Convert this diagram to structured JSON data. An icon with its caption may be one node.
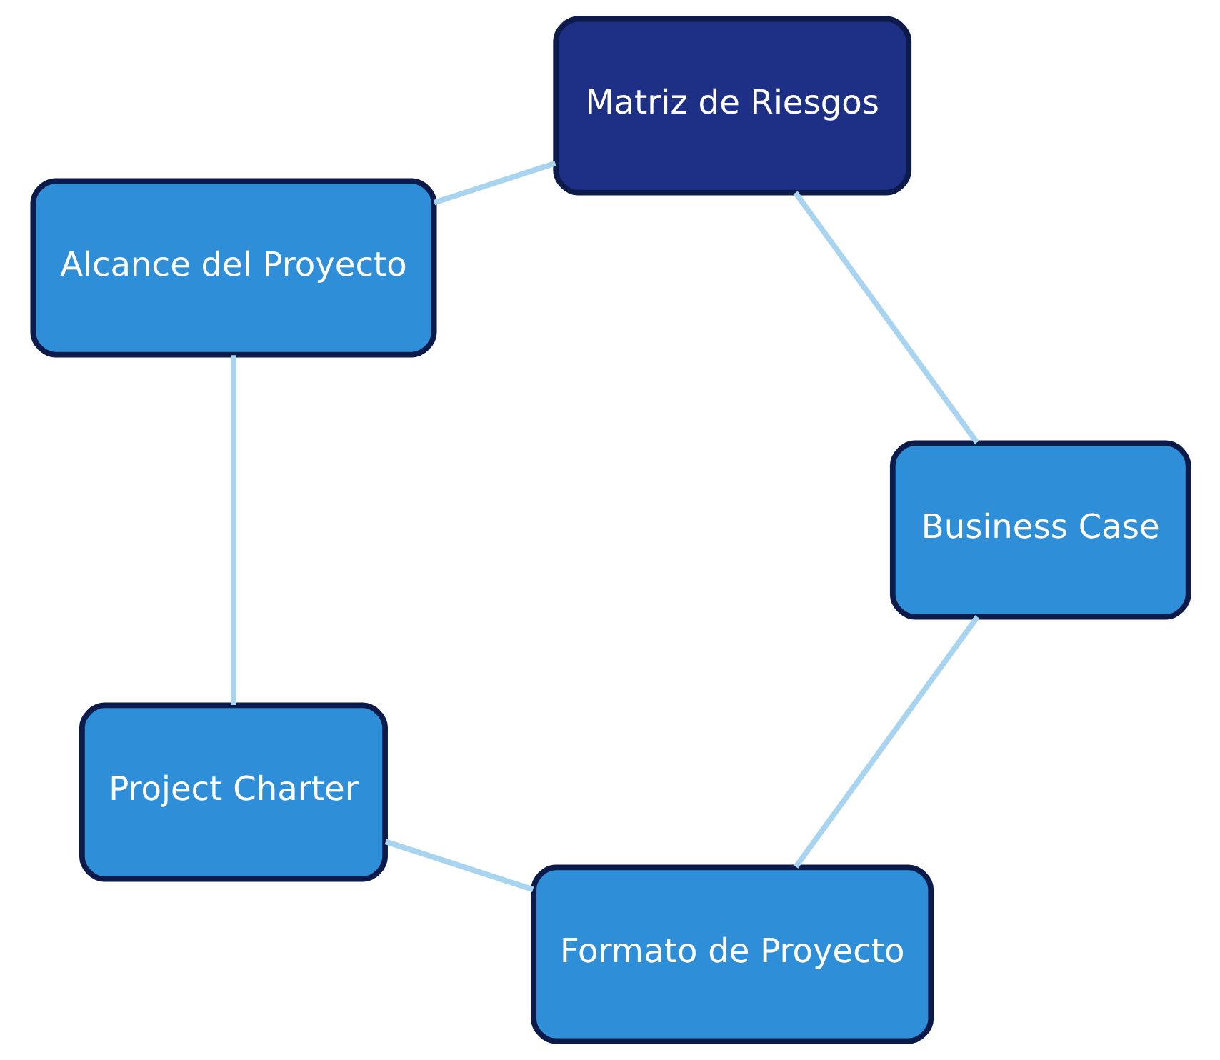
{
  "diagram": {
    "nodes": [
      {
        "text": [
          "Formato de Proyecto"
        ]
      },
      {
        "text": [
          "Project Charter"
        ]
      },
      {
        "text": [
          "Alcance del Proyecto"
        ]
      },
      {
        "text": [
          "Matriz de Riesgos"
        ]
      },
      {
        "text": [
          "Business Case"
        ]
      }
    ],
    "edges": [
      {
        "from": 0,
        "to": 1,
        "arrow": "none"
      },
      {
        "from": 1,
        "to": 2,
        "arrow": "none"
      },
      {
        "from": 2,
        "to": 3,
        "arrow": "none"
      },
      {
        "from": 3,
        "to": 4,
        "arrow": "none"
      },
      {
        "from": 4,
        "to": 0,
        "arrow": "none"
      }
    ]
  }
}
